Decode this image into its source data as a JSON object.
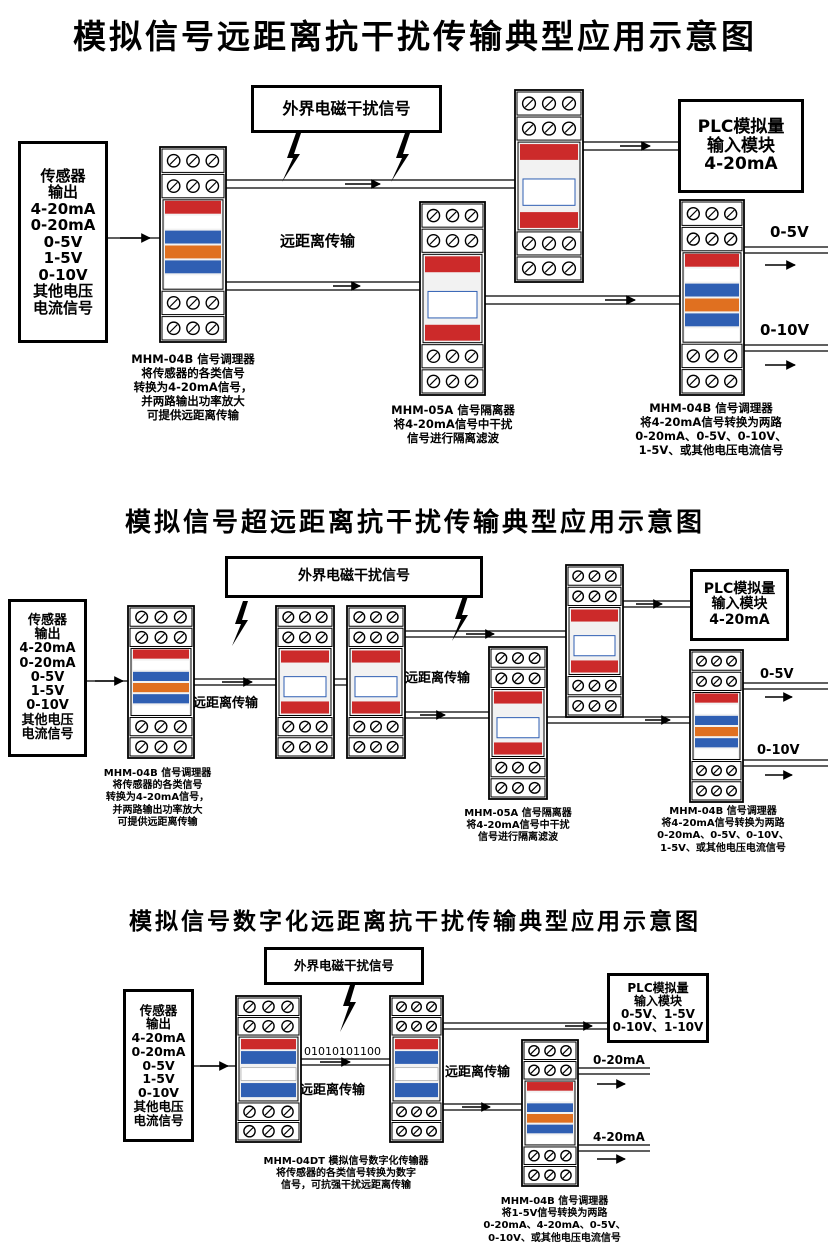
{
  "diagram1": {
    "title": "模拟信号远距离抗干扰传输典型应用示意图",
    "sensor_lines": [
      "传感器",
      "输出",
      "4-20mA",
      "0-20mA",
      "0-5V",
      "1-5V",
      "0-10V",
      "其他电压",
      "电流信号"
    ],
    "interference": "外界电磁干扰信号",
    "transmission": "远距离传输",
    "plc_lines": [
      "PLC模拟量",
      "输入模块",
      "4-20mA"
    ],
    "out_0_5v": "0-5V",
    "out_0_10v": "0-10V",
    "caption_04b_left": [
      "MHM-04B 信号调理器",
      "将传感器的各类信号",
      "转换为4-20mA信号，",
      "并两路输出功率放大",
      "可提供远距离传输"
    ],
    "caption_05a": [
      "MHM-05A 信号隔离器",
      "将4-20mA信号中干扰",
      "信号进行隔离滤波"
    ],
    "caption_04b_right": [
      "MHM-04B 信号调理器",
      "将4-20mA信号转换为两路",
      "0-20mA、0-5V、0-10V、",
      "1-5V、或其他电压电流信号"
    ]
  },
  "diagram2": {
    "title": "模拟信号超远距离抗干扰传输典型应用示意图",
    "sensor_lines": [
      "传感器",
      "输出",
      "4-20mA",
      "0-20mA",
      "0-5V",
      "1-5V",
      "0-10V",
      "其他电压",
      "电流信号"
    ],
    "interference": "外界电磁干扰信号",
    "transmission_a": "远距离传输",
    "transmission_b": "远距离传输",
    "plc_lines": [
      "PLC模拟量",
      "输入模块",
      "4-20mA"
    ],
    "out_0_5v": "0-5V",
    "out_0_10v": "0-10V",
    "caption_04b_left": [
      "MHM-04B 信号调理器",
      "将传感器的各类信号",
      "转换为4-20mA信号，",
      "并两路输出功率放大",
      "可提供远距离传输"
    ],
    "caption_05a": [
      "MHM-05A 信号隔离器",
      "将4-20mA信号中干扰",
      "信号进行隔离滤波"
    ],
    "caption_04b_right": [
      "MHM-04B 信号调理器",
      "将4-20mA信号转换为两路",
      "0-20mA、0-5V、0-10V、",
      "1-5V、或其他电压电流信号"
    ]
  },
  "diagram3": {
    "title": "模拟信号数字化远距离抗干扰传输典型应用示意图",
    "sensor_lines": [
      "传感器",
      "输出",
      "4-20mA",
      "0-20mA",
      "0-5V",
      "1-5V",
      "0-10V",
      "其他电压",
      "电流信号"
    ],
    "interference": "外界电磁干扰信号",
    "bits": "01010101100",
    "transmission_a": "远距离传输",
    "transmission_b": "远距离传输",
    "plc_lines": [
      "PLC模拟量",
      "输入模块",
      "0-5V、1-5V",
      "0-10V、1-10V"
    ],
    "out_0_20ma": "0-20mA",
    "out_4_20ma": "4-20mA",
    "caption_04dt": [
      "MHM-04DT 模拟信号数字化传输器",
      "将传感器的各类信号转换为数字",
      "信号，可抗强干扰远距离传输"
    ],
    "caption_04b": [
      "MHM-04B 信号调理器",
      "将1-5V信号转换为两路",
      "0-20mA、4-20mA、0-5V、",
      "0-10V、或其他电压电流信号"
    ]
  },
  "colors": {
    "panel_red": "#cc2a2a",
    "panel_blue": "#2f5fb3",
    "panel_orange": "#e07020",
    "module_body": "#ffffff",
    "outline": "#000000"
  }
}
